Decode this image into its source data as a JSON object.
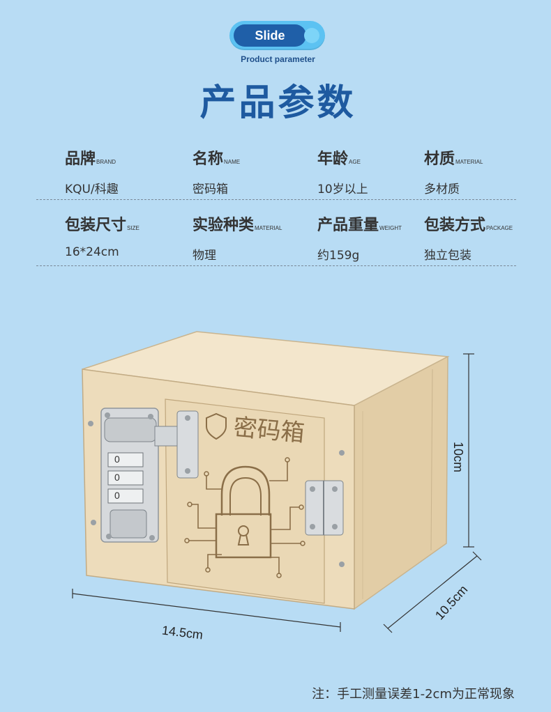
{
  "header": {
    "badge_label": "Slide",
    "subtitle": "Product parameter",
    "title": "产品参数"
  },
  "params": [
    {
      "label": "品牌",
      "en": "BRAND",
      "value": "KQU/科趣"
    },
    {
      "label": "名称",
      "en": "NAME",
      "value": "密码箱"
    },
    {
      "label": "年龄",
      "en": "AGE",
      "value": "10岁以上"
    },
    {
      "label": "材质",
      "en": "MATERIAL",
      "value": "多材质"
    },
    {
      "label": "包装尺寸",
      "en": "SIZE",
      "value": "16*24cm"
    },
    {
      "label": "实验种类",
      "en": "MATERIAL",
      "value": "物理"
    },
    {
      "label": "产品重量",
      "en": "WEIGHT",
      "value": "约159g"
    },
    {
      "label": "包装方式",
      "en": "PACKAGE",
      "value": "独立包装"
    }
  ],
  "product": {
    "box_label": "密码箱",
    "lock_digits": [
      "0",
      "0",
      "0"
    ],
    "dim_height": "10cm",
    "dim_width": "14.5cm",
    "dim_depth": "10.5cm"
  },
  "note": "注：手工测量误差1-2cm为正常现象",
  "colors": {
    "background": "#b8dcf4",
    "title": "#1e5aa0",
    "badge": "#1f5fa8",
    "badge_outer": "#5cc2f2",
    "wood": "#ecdcbc"
  }
}
